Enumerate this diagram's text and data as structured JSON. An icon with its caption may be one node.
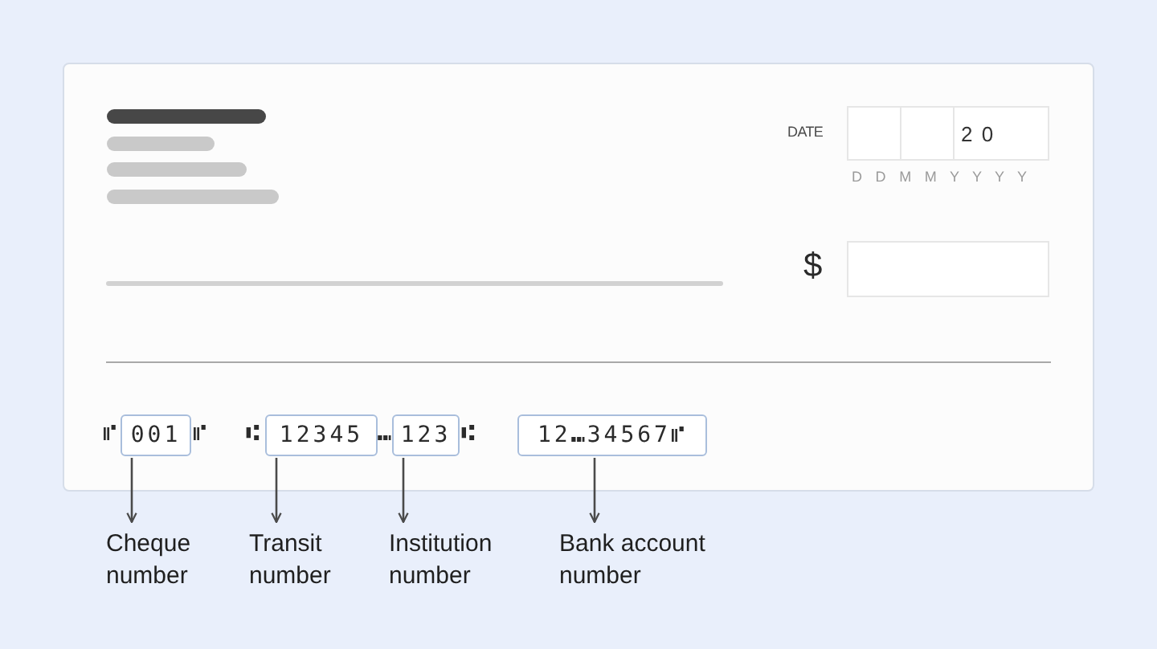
{
  "diagram": {
    "nodes": [
      {
        "text": [
          "001"
        ]
      },
      {
        "text": [
          "12345"
        ]
      },
      {
        "text": [
          "123"
        ]
      },
      {
        "text": [
          "12⑉34567⑈"
        ]
      },
      {
        "text": [
          "Cheque number"
        ]
      },
      {
        "text": [
          "Transit number"
        ]
      },
      {
        "text": [
          "Institution number"
        ]
      },
      {
        "text": [
          "Bank account number"
        ]
      }
    ],
    "edges": [
      {
        "from": 0,
        "to": 4,
        "arrow": "to"
      },
      {
        "from": 1,
        "to": 5,
        "arrow": "to"
      },
      {
        "from": 2,
        "to": 6,
        "arrow": "to"
      },
      {
        "from": 3,
        "to": 7,
        "arrow": "to"
      }
    ],
    "labels": [
      "DATE",
      "2 0",
      "D D M M Y Y Y Y",
      "$",
      "⑈",
      "⑈",
      "⑆",
      "⑉",
      "⑆"
    ]
  }
}
